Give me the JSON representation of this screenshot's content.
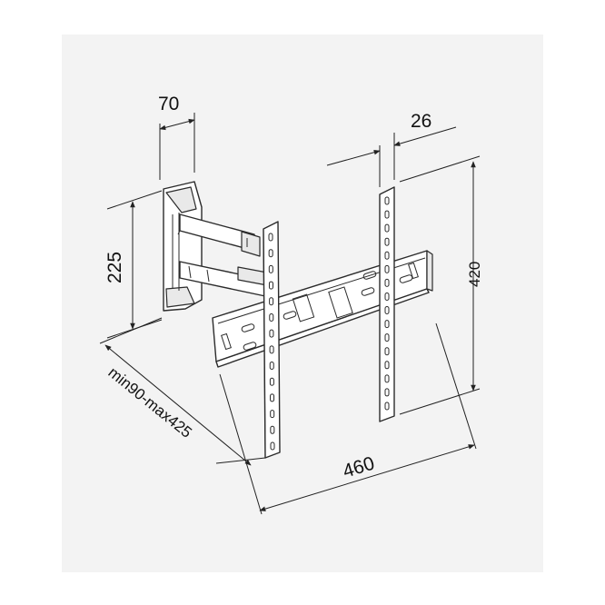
{
  "dimensions": {
    "wall_plate_depth": "70",
    "tv_bracket_thickness": "26",
    "wall_plate_height": "225",
    "vertical_bar_length": "420",
    "horizontal_width": "460",
    "extension_range": "min90-max425"
  },
  "colors": {
    "background": "#ffffff",
    "panel": "#f3f3f3",
    "line": "#2b2b2b"
  }
}
